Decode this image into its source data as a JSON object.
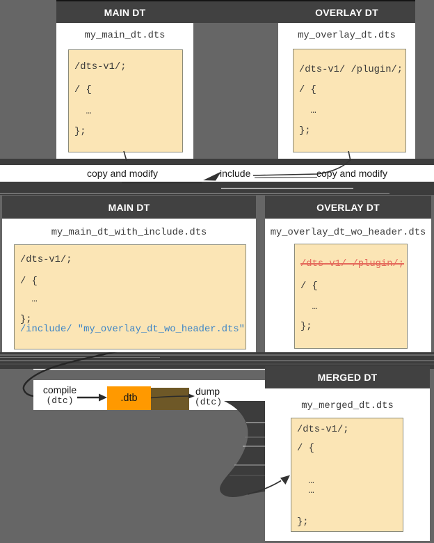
{
  "colors": {
    "bg": "#666666",
    "panel_dark": "#414141",
    "band_dark": "#3c3c3c",
    "white": "#ffffff",
    "beige": "#fbe5b5",
    "beige_border": "#8a8a7a",
    "code_text": "#3a3a3a",
    "include_blue": "#3d85c6",
    "deleted_red": "#e4685a",
    "orange": "#ff9900",
    "brown": "#6e5827",
    "arrow_dark": "#2b2b2b"
  },
  "cards": {
    "main_top": {
      "header": "MAIN DT",
      "filename": "my_main_dt.dts",
      "code": [
        "/dts-v1/;",
        "/ {",
        "  …",
        "};"
      ]
    },
    "overlay_top": {
      "header": "OVERLAY DT",
      "filename": "my_overlay_dt.dts",
      "code": [
        "/dts-v1/ /plugin/;",
        "/ {",
        "  …",
        "};"
      ]
    },
    "main_include": {
      "header": "MAIN DT",
      "filename": "my_main_dt_with_include.dts",
      "code": [
        "/dts-v1/;",
        "/ {",
        "  …",
        "};",
        "/include/ \"my_overlay_dt_wo_header.dts\""
      ]
    },
    "overlay_wo_header": {
      "header": "OVERLAY DT",
      "filename": "my_overlay_dt_wo_header.dts",
      "code": [
        "/dts-v1/ /plugin/;",
        "/ {",
        "  …",
        "};"
      ],
      "deleted_line": "/dts-v1/ /plugin/;"
    },
    "merged": {
      "header": "MERGED DT",
      "filename": "my_merged_dt.dts",
      "code": [
        "/dts-v1/;",
        "/ {",
        "  …",
        "  …",
        "};"
      ]
    }
  },
  "flow_labels": {
    "copy_left": "copy and modify",
    "include": "include",
    "copy_right": "copy and modify"
  },
  "pipeline": {
    "compile": "compile",
    "compile_tool": "(dtc)",
    "dtb": ".dtb",
    "dump": "dump",
    "dump_tool": "(dtc)"
  }
}
